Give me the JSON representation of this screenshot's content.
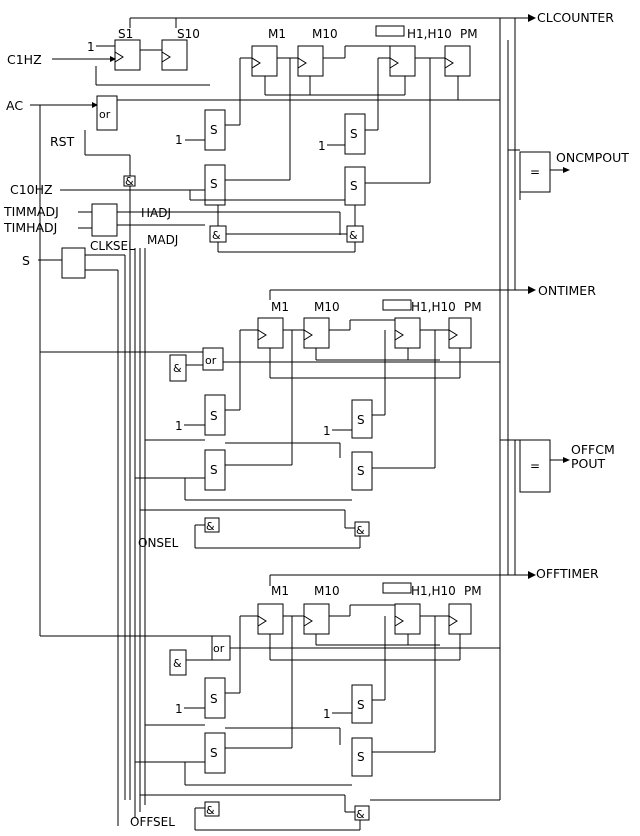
{
  "inputs": {
    "c1hz": "C1HZ",
    "ac": "AC",
    "rst": "RST",
    "c10hz": "C10HZ",
    "timmadj": "TIMMADJ",
    "timhadj": "TIMHADJ",
    "s": "S"
  },
  "signals": {
    "hadj": "HADJ",
    "madj": "MADJ",
    "clksel": "CLKSEL",
    "onsel": "ONSEL",
    "offsel": "OFFSEL"
  },
  "outputs": {
    "clcounter": "CLCOUNTER",
    "ontimer": "ONTIMER",
    "offtimer": "OFFTIMER",
    "oncmpout": "ONCMPOUT",
    "offcm": "OFFCM",
    "pout": "POUT"
  },
  "counter_labels": {
    "s1": "S1",
    "s10": "S10",
    "m1": "M1",
    "m10": "M10",
    "h1h10": "H1,H10",
    "pm": "PM"
  },
  "gate_labels": {
    "or": "or",
    "and": "&",
    "sel": "S",
    "one": "1",
    "eq": "="
  }
}
